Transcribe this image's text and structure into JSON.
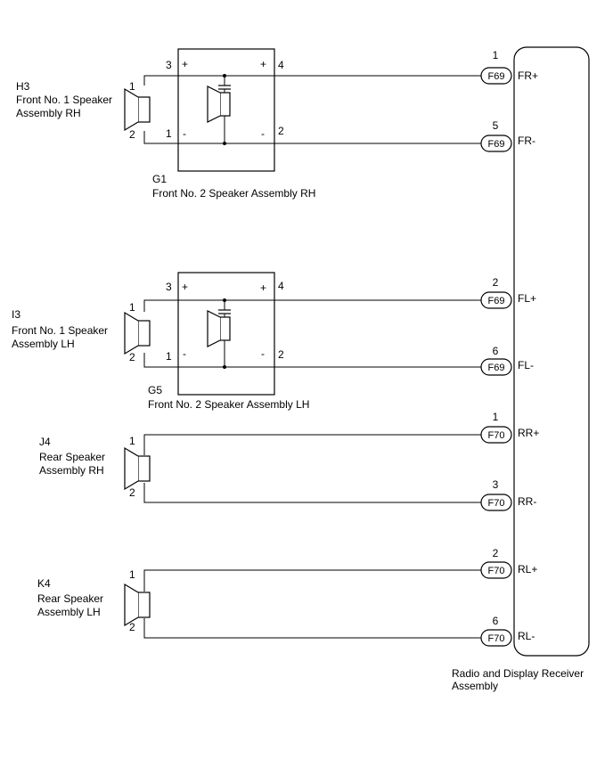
{
  "receiver": {
    "label_line1": "Radio and Display Receiver",
    "label_line2": "Assembly"
  },
  "front_rh": {
    "speaker_code": "H3",
    "speaker_line1": "Front No. 1 Speaker",
    "speaker_line2": "Assembly RH",
    "tweeter_code": "G1",
    "tweeter_name": "Front No. 2 Speaker Assembly RH"
  },
  "front_lh": {
    "speaker_code": "I3",
    "speaker_line1": "Front No. 1 Speaker",
    "speaker_line2": "Assembly LH",
    "tweeter_code": "G5",
    "tweeter_name": "Front No. 2 Speaker Assembly LH"
  },
  "rear_rh": {
    "code": "J4",
    "line1": "Rear Speaker",
    "line2": "Assembly RH"
  },
  "rear_lh": {
    "code": "K4",
    "line1": "Rear Speaker",
    "line2": "Assembly LH"
  },
  "speaker_pins": {
    "p1": "1",
    "p2": "2"
  },
  "box_pins": {
    "p1": "1",
    "p2": "2",
    "p3": "3",
    "p4": "4",
    "plus": "+",
    "minus": "-"
  },
  "connections": [
    {
      "pin": "1",
      "connector": "F69",
      "signal": "FR+"
    },
    {
      "pin": "5",
      "connector": "F69",
      "signal": "FR-"
    },
    {
      "pin": "2",
      "connector": "F69",
      "signal": "FL+"
    },
    {
      "pin": "6",
      "connector": "F69",
      "signal": "FL-"
    },
    {
      "pin": "1",
      "connector": "F70",
      "signal": "RR+"
    },
    {
      "pin": "3",
      "connector": "F70",
      "signal": "RR-"
    },
    {
      "pin": "2",
      "connector": "F70",
      "signal": "RL+"
    },
    {
      "pin": "6",
      "connector": "F70",
      "signal": "RL-"
    }
  ]
}
